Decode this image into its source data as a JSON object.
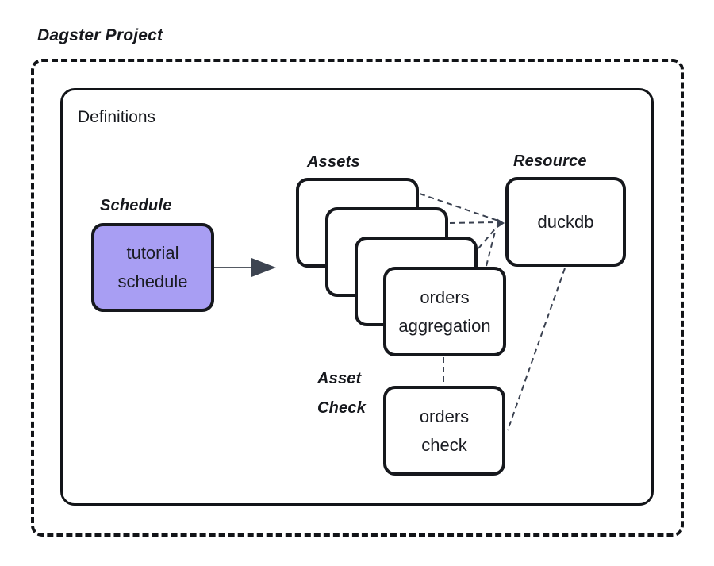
{
  "title": "Dagster Project",
  "definitions": {
    "label": "Definitions"
  },
  "groups": {
    "schedule": {
      "label": "Schedule"
    },
    "assets": {
      "label": "Assets"
    },
    "resource": {
      "label": "Resource"
    },
    "asset_check": {
      "label_line1": "Asset",
      "label_line2": "Check"
    }
  },
  "nodes": {
    "tutorial_schedule": {
      "line1": "tutorial",
      "line2": "schedule"
    },
    "orders_aggregation": {
      "line1": "orders",
      "line2": "aggregation"
    },
    "duckdb": {
      "label": "duckdb"
    },
    "orders_check": {
      "line1": "orders",
      "line2": "check"
    }
  },
  "edges": [
    {
      "from": "tutorial_schedule",
      "to": "assets_stack",
      "style": "solid-arrow"
    },
    {
      "from": "asset_back_1",
      "to": "duckdb",
      "style": "dashed"
    },
    {
      "from": "asset_back_2",
      "to": "duckdb",
      "style": "dashed"
    },
    {
      "from": "asset_back_3",
      "to": "duckdb",
      "style": "dashed"
    },
    {
      "from": "orders_aggregation",
      "to": "duckdb",
      "style": "dashed"
    },
    {
      "from": "orders_aggregation",
      "to": "orders_check",
      "style": "dashed"
    },
    {
      "from": "duckdb",
      "to": "orders_check",
      "style": "dashed"
    }
  ],
  "colors": {
    "background": "#ffffff",
    "node_border": "#16181d",
    "schedule_fill": "#a89ef3",
    "connector": "#3a4150",
    "arrow_fill": "#3d4451"
  }
}
